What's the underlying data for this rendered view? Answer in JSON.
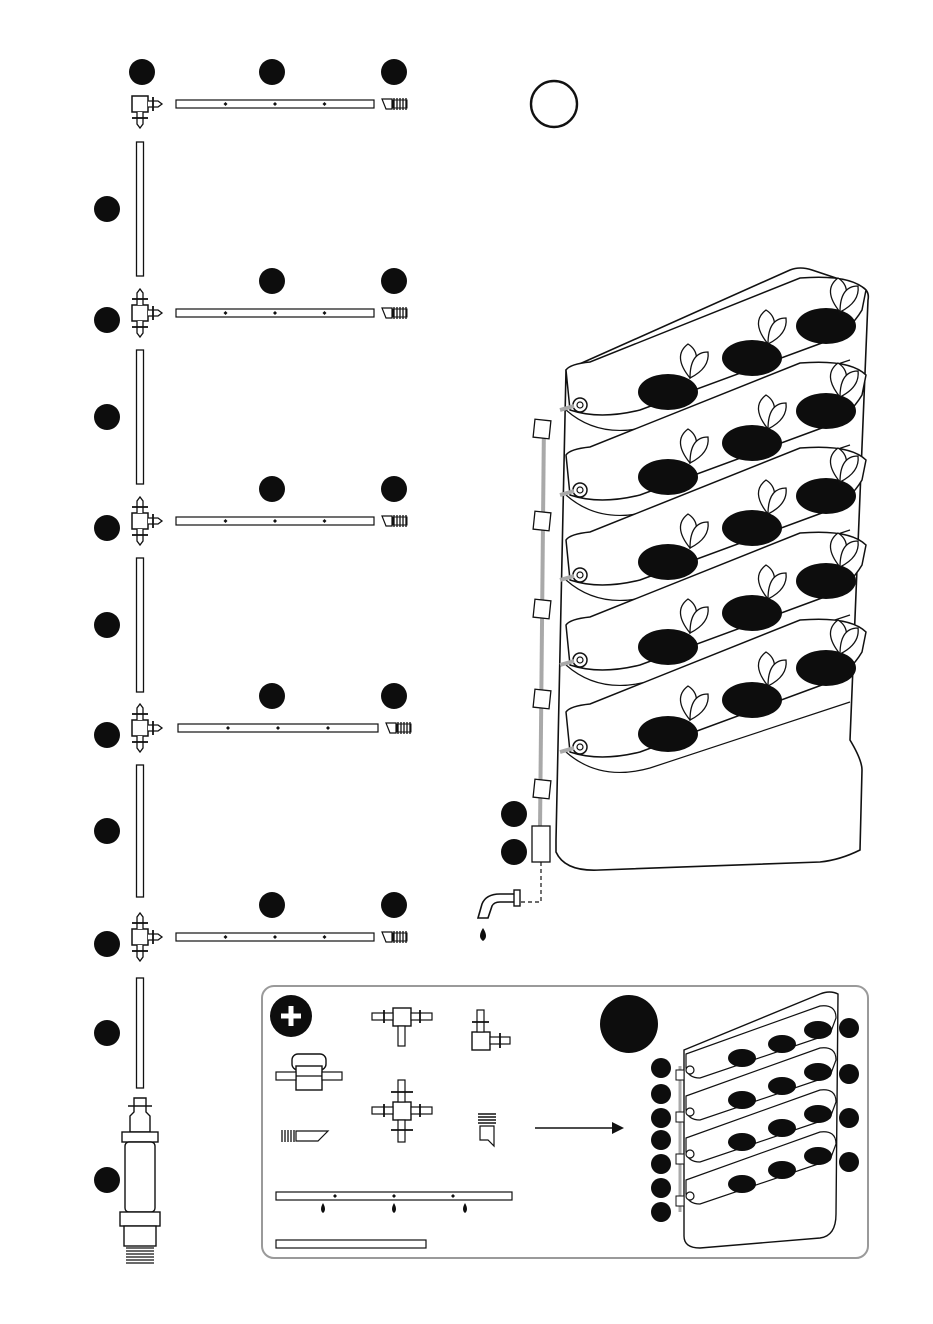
{
  "colors": {
    "ink": "#111111",
    "fill_black": "#0d0d0d",
    "pipe_gray": "#a9a9a9",
    "panel_border": "#9a9a9a"
  },
  "assembly_rows": [
    {
      "fitting": "elbow-connector"
    },
    {
      "fitting": "tee-connector"
    },
    {
      "fitting": "tee-connector"
    },
    {
      "fitting": "tee-connector"
    },
    {
      "fitting": "tee-connector"
    }
  ],
  "icons": {
    "instruction_circle": "empty-circle-icon",
    "faucet": "faucet-icon",
    "water_drop": "water-drop-icon",
    "plus": "plus-icon",
    "arrow": "arrow-right-icon"
  },
  "accessories_panel": {
    "parts": [
      "tap-valve",
      "tee-connector",
      "elbow-connector",
      "cross-connector",
      "end-cap",
      "end-plug",
      "drip-line",
      "supply-tube"
    ]
  }
}
